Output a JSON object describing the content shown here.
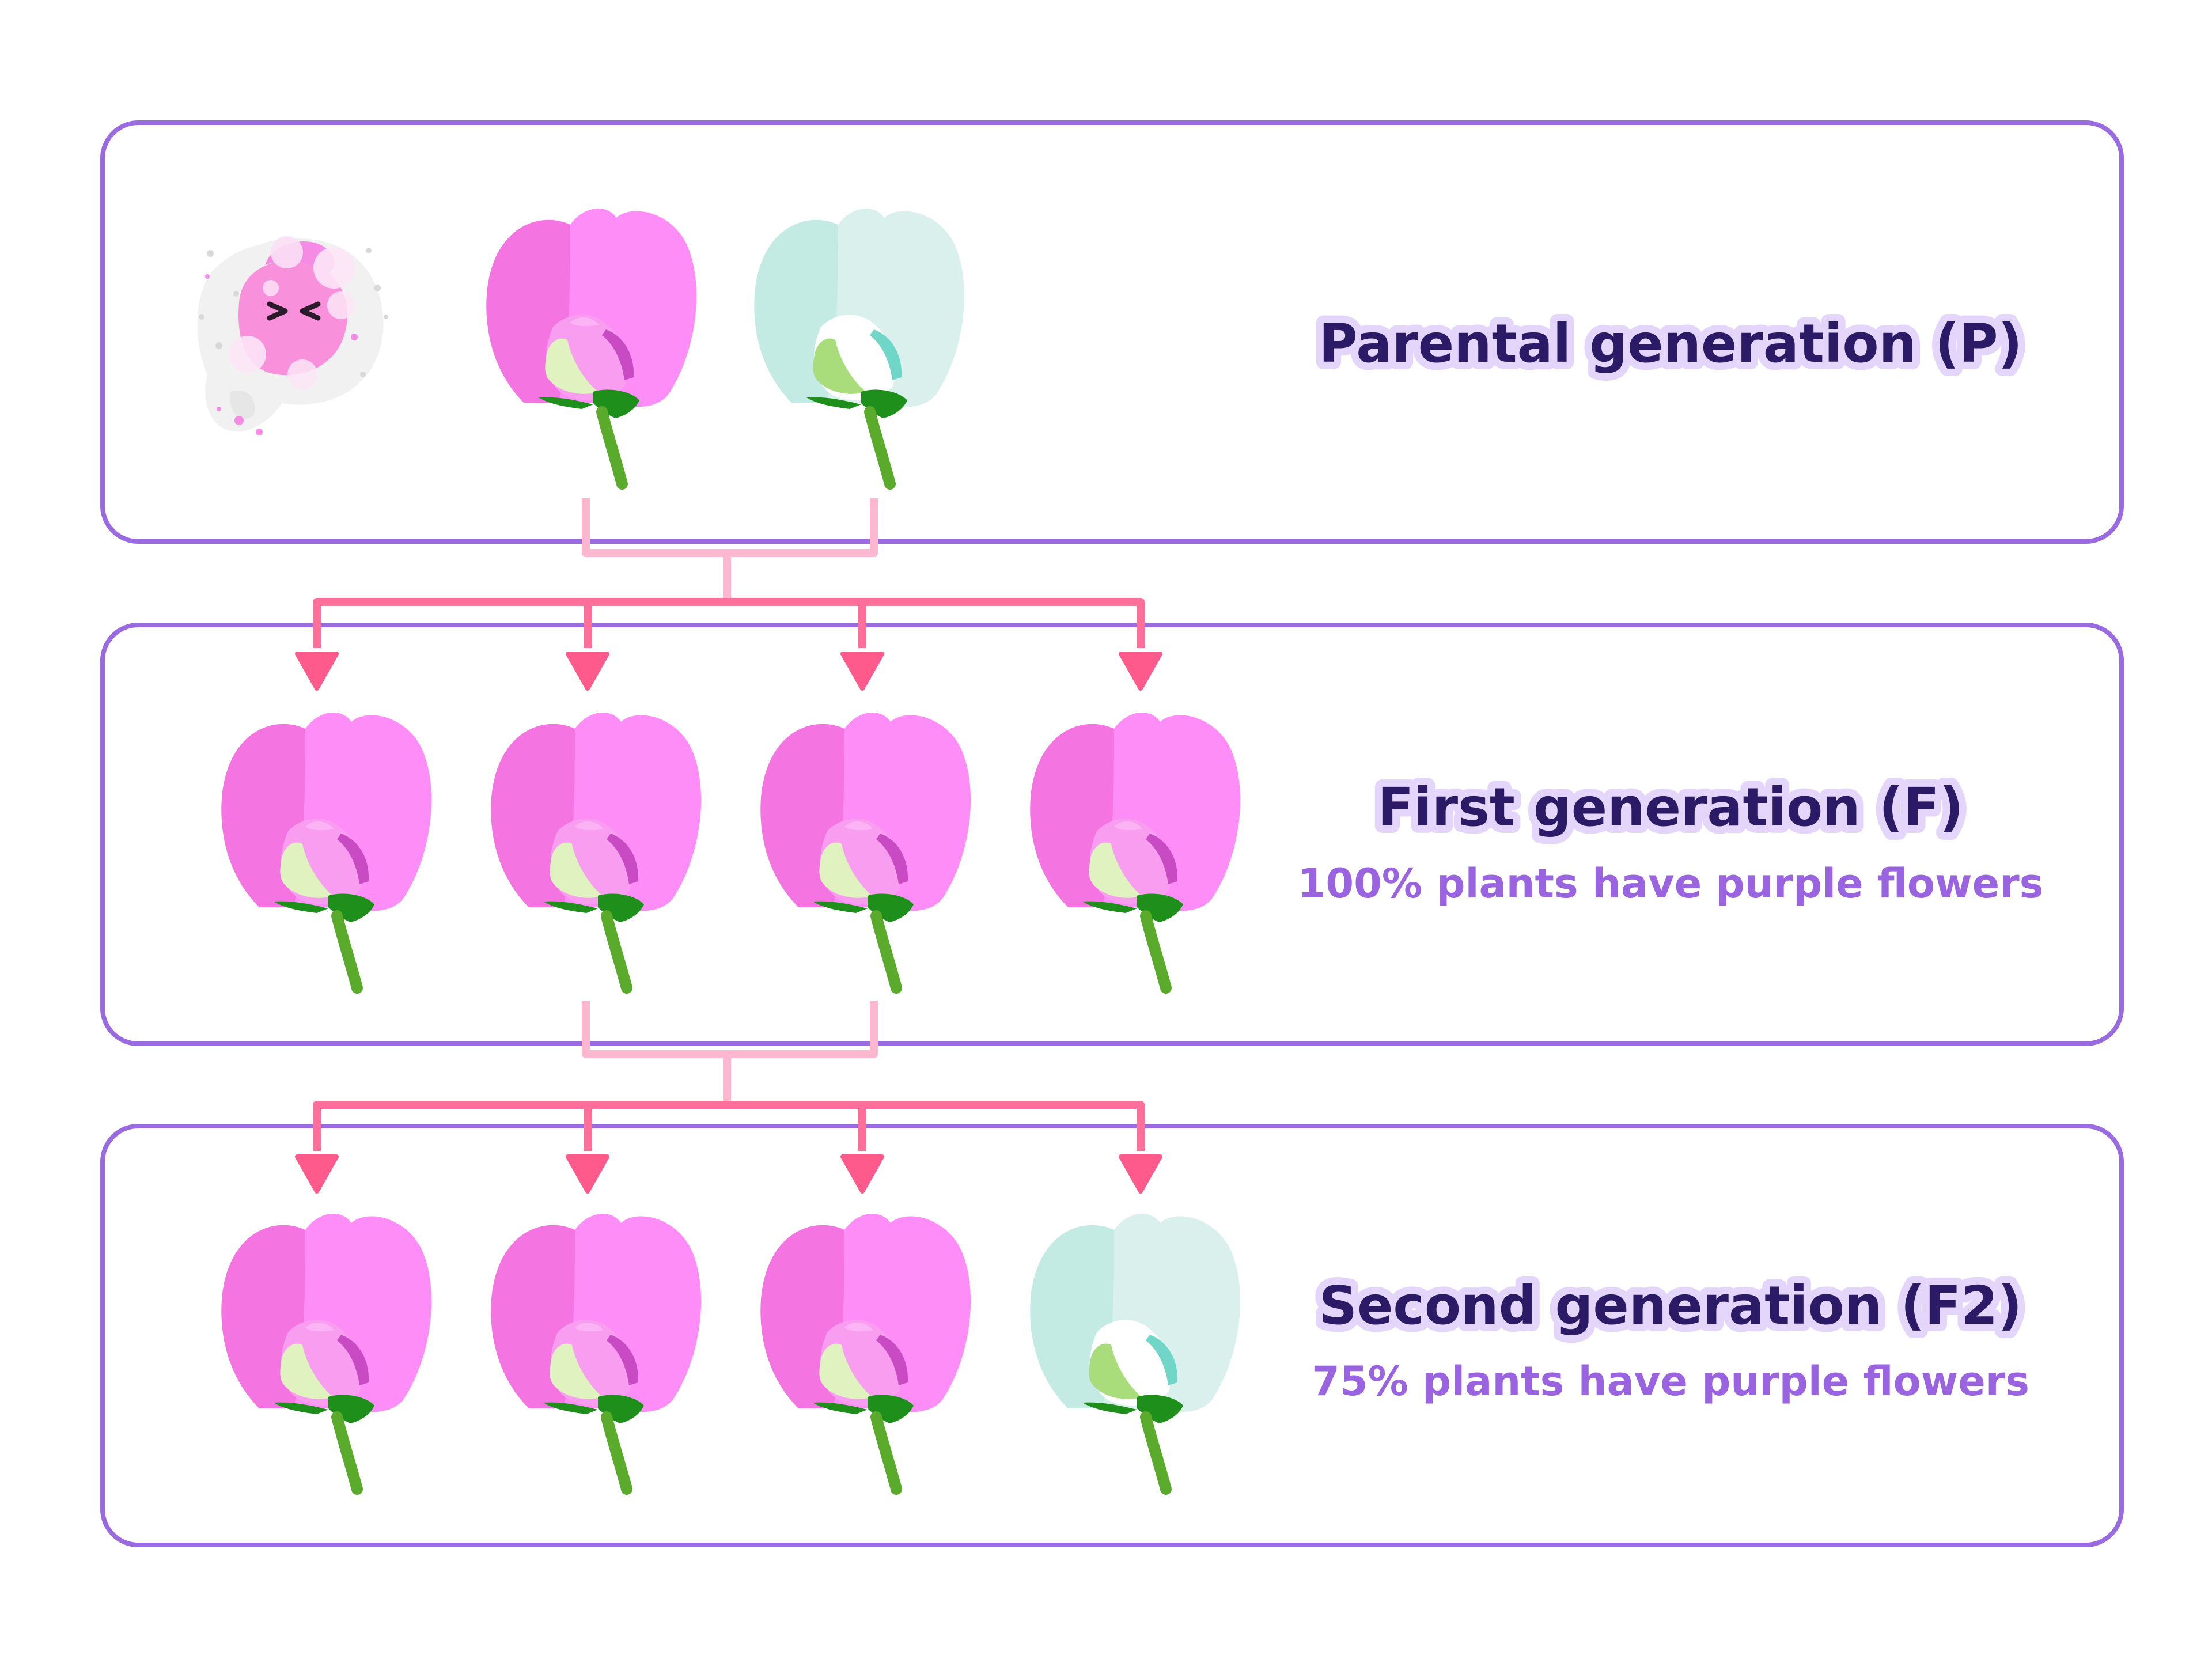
{
  "colors": {
    "panel_border": "#9a6ae0",
    "title_text": "#2b1a66",
    "title_halo": "#e3d6fa",
    "subtitle_text": "#9a63e0",
    "connector_light": "#ffb6cf",
    "connector_dark": "#ff6f99",
    "arrow_head": "#ff5a8c",
    "purple_petal": "#ff8df8",
    "purple_petal_shade": "#f475e2",
    "white_petal": "#daf0ec",
    "white_petal_shade": "#c4eae4",
    "stem": "#5aab2c",
    "leaf": "#1e8f1a"
  },
  "generations": [
    {
      "id": "parental",
      "title": "Parental generation (P)",
      "subtitle": "",
      "items": [
        "pollen-icon",
        "purple-flower",
        "white-flower"
      ]
    },
    {
      "id": "first",
      "title": "First generation (F)",
      "subtitle": "100% plants have purple flowers",
      "items": [
        "purple-flower",
        "purple-flower",
        "purple-flower",
        "purple-flower"
      ]
    },
    {
      "id": "second",
      "title": "Second generation (F2)",
      "subtitle": "75% plants have purple flowers",
      "items": [
        "purple-flower",
        "purple-flower",
        "purple-flower",
        "white-flower"
      ]
    }
  ]
}
